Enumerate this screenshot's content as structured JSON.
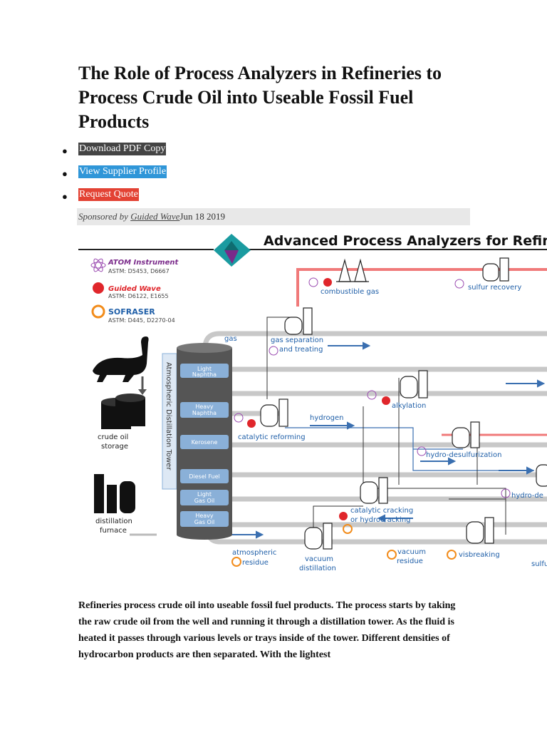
{
  "article": {
    "title": "The Role of Process Analyzers in Refineries to Process Crude Oil into Useable Fossil Fuel Products",
    "actions": {
      "download": "Download PDF Copy",
      "profile": "View Supplier Profile",
      "quote": "Request Quote"
    },
    "byline": {
      "sponsored_prefix": "Sponsored by",
      "sponsor": "Guided Wave",
      "date": "Jun 18 2019"
    },
    "paragraph": "Refineries process crude oil into useable fossil fuel products. The process starts by taking the raw crude oil from the well and running it through a distillation tower. As the fluid is heated it passes through various levels or trays inside of the tower. Different densities of hydrocarbon products are then separated. With the lightest"
  },
  "diagram": {
    "title": "Advanced Process Analyzers for Refinery P",
    "legend": [
      {
        "name": "ATOM Instrument",
        "astm": "ASTM: D5453, D6667"
      },
      {
        "name": "Guided Wave",
        "astm": "ASTM: D6122, E1655"
      },
      {
        "name": "SOFRASER",
        "astm": "ASTM: D445, D2270-04"
      }
    ],
    "tower_label": "Atmospheric Distillation Tower",
    "tower_cuts": [
      "Light Naphtha",
      "Heavy Naphtha",
      "Kerosene",
      "Diesel Fuel",
      "Light Gas Oil",
      "Heavy Gas Oil"
    ],
    "labels": {
      "crude_oil_storage": "crude oil storage",
      "distillation_furnace": "distillation furnace",
      "gas": "gas",
      "combustible_gas": "combustible gas",
      "sulfur_recovery": "sulfur recovery",
      "gas_separation": "gas separation and treating",
      "alkylation": "alkylation",
      "hydrogen": "hydrogen",
      "catalytic_reforming": "catalytic reforming",
      "hydro_desulfurization": "hydro-desulfurization",
      "hydro_de": "hydro-de",
      "catalytic_cracking": "catalytic cracking or hydrocracking",
      "atmospheric_residue": "atmospheric residue",
      "vacuum_distillation": "vacuum distillation",
      "vacuum_residue": "vacuum residue",
      "visbreaking": "visbreaking",
      "sulfu": "sulfu"
    },
    "colors": {
      "pipe": "#c8c8c8",
      "hot_pipe": "#f07a7a",
      "flow_blue": "#3a6fb0",
      "label_blue": "#1f5fa8",
      "logo_teal": "#1a9ba0",
      "logo_purple": "#7a2a8a",
      "tower_blue": "#8ab0d8",
      "guided_red": "#e0262b",
      "sofraser_orange": "#f28c1b"
    }
  }
}
